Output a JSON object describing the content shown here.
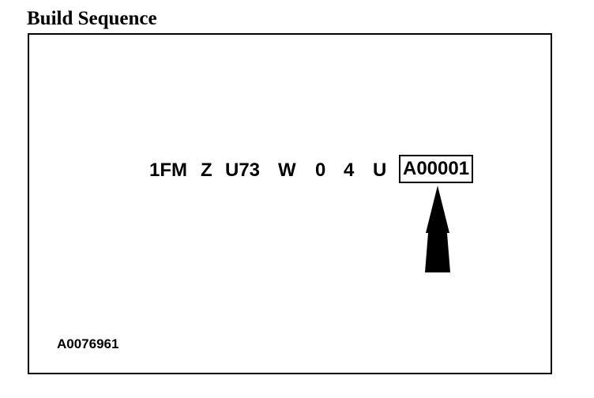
{
  "title": "Build Sequence",
  "vin_segments": [
    "1FM",
    "Z",
    "U73",
    "W",
    "0",
    "4",
    "U",
    "A00001"
  ],
  "highlighted_segment": "A00001",
  "figure_id": "A0076961",
  "icons": {
    "arrow": "up-arrow-icon"
  }
}
